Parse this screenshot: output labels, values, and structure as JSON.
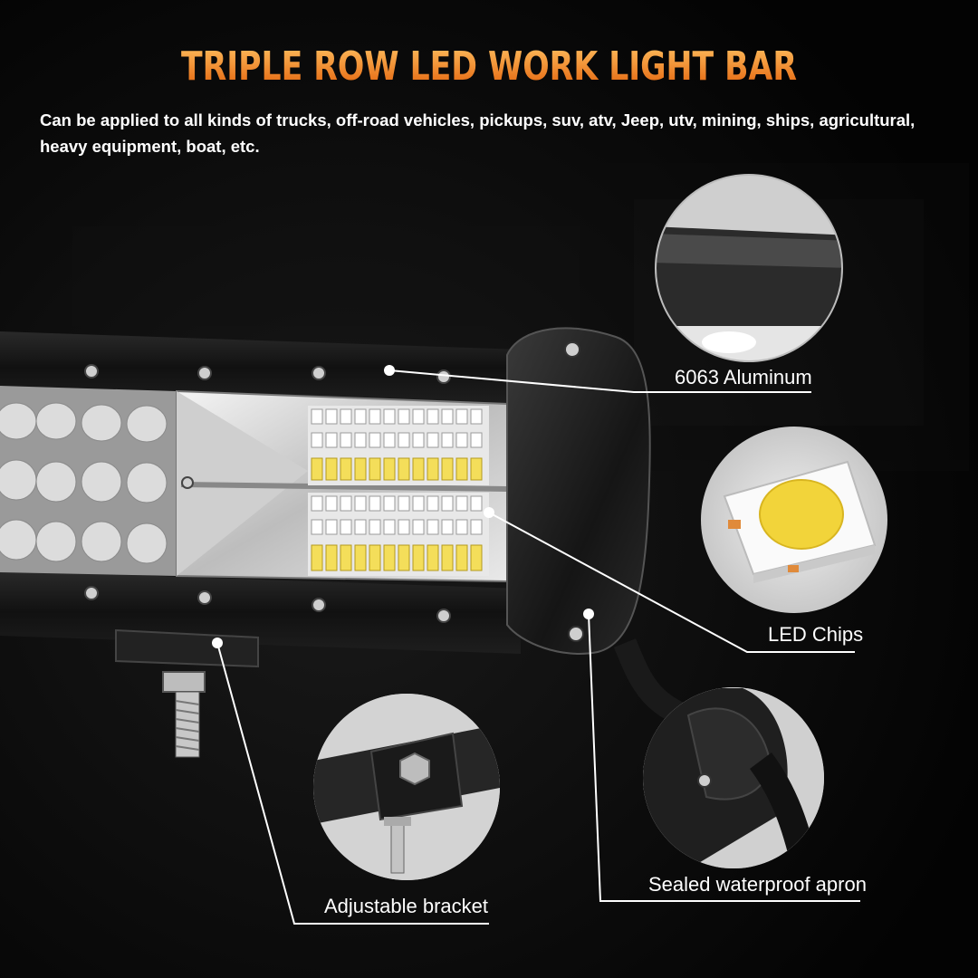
{
  "header": {
    "title": "TRIPLE ROW LED WORK LIGHT BAR",
    "subtitle": "Can be applied to all kinds of trucks, off-road vehicles, pickups, suv, atv, Jeep, utv, mining, ships, agricultural, heavy equipment, boat, etc."
  },
  "callouts": {
    "aluminum": "6063 Aluminum",
    "led_chips": "LED Chips",
    "apron": "Sealed waterproof apron",
    "bracket": "Adjustable bracket"
  },
  "colors": {
    "title_gradient_top": "#ffb347",
    "title_gradient_bottom": "#e8640c",
    "background": "#050505",
    "led_chip_yellow": "#f2d43a",
    "callout_line": "#ffffff"
  }
}
